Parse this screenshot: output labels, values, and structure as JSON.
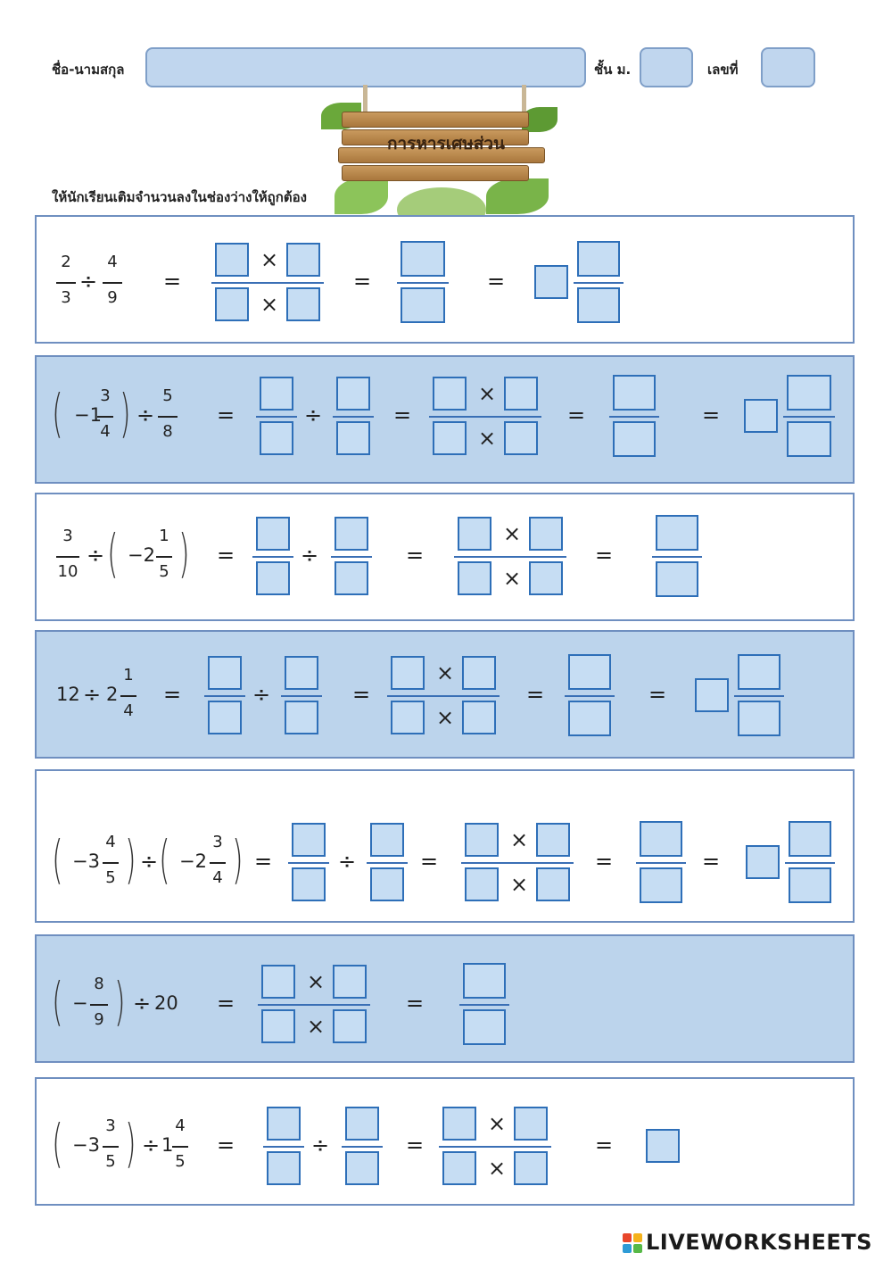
{
  "header": {
    "name_label": "ชื่อ-นามสกุล",
    "class_label": "ชั้น ม.",
    "number_label": "เลขที่"
  },
  "title": "การหารเศษส่วน",
  "instruction": "ให้นักเรียนเติมจำนวนลงในช่องว่างให้ถูกต้อง",
  "symbols": {
    "divide": "÷",
    "equals": "=",
    "times": "×",
    "minus": "−",
    "open_paren": "(",
    "close_paren": ")"
  },
  "problems": [
    {
      "a_num": "2",
      "a_den": "3",
      "b_num": "4",
      "b_den": "9"
    },
    {
      "a_whole": "−1",
      "a_num": "3",
      "a_den": "4",
      "b_num": "5",
      "b_den": "8"
    },
    {
      "a_num": "3",
      "a_den": "10",
      "b_whole": "−2",
      "b_num": "1",
      "b_den": "5"
    },
    {
      "a_int": "12",
      "b_whole": "2",
      "b_num": "1",
      "b_den": "4"
    },
    {
      "a_whole": "−3",
      "a_num": "4",
      "a_den": "5",
      "b_whole": "−2",
      "b_num": "3",
      "b_den": "4"
    },
    {
      "a_num": "8",
      "a_den": "9",
      "b_int": "20"
    },
    {
      "a_whole": "−3",
      "a_num": "3",
      "a_den": "5",
      "b_whole": "1",
      "b_num": "4",
      "b_den": "5"
    }
  ],
  "footer": {
    "brand": "LIVEWORKSHEETS"
  },
  "colors": {
    "accent": "#2e6fb8",
    "box_fill": "#c6ddf3",
    "band": "#bcd4ec"
  }
}
